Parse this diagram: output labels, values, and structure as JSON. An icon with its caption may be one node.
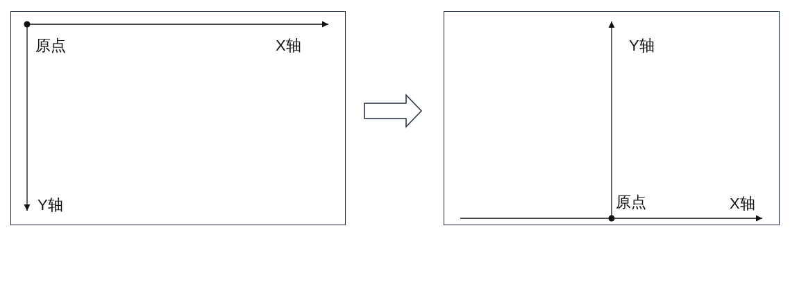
{
  "diagram": {
    "nodes": [
      {
        "text": [
          "原点",
          "X轴",
          "Y轴"
        ]
      },
      {
        "text": [
          "Y轴",
          "原点",
          "X轴"
        ]
      }
    ],
    "edges": [
      {
        "from": 0,
        "to": 1,
        "arrow": "to"
      }
    ]
  }
}
